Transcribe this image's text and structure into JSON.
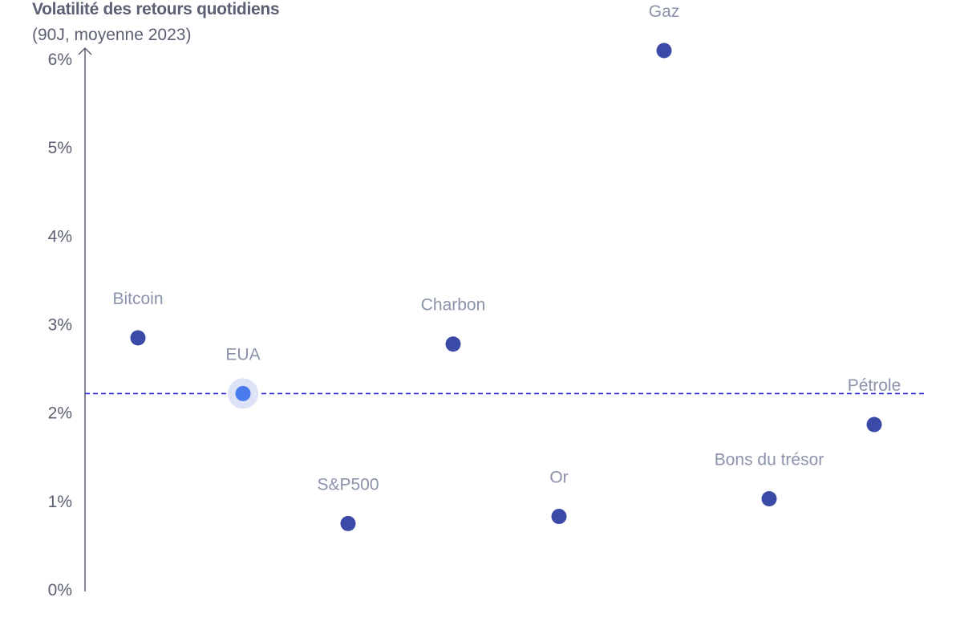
{
  "chart_data": {
    "type": "scatter",
    "title": "Volatilité des retours quotidiens",
    "subtitle": "(90J, moyenne 2023)",
    "ylim": [
      0,
      6
    ],
    "yticks": [
      0,
      1,
      2,
      3,
      4,
      5,
      6
    ],
    "ytick_labels": [
      "0%",
      "1%",
      "2%",
      "3%",
      "4%",
      "5%",
      "6%"
    ],
    "grid": false,
    "reference_line": {
      "value": 2.22,
      "color": "#2f2fe0",
      "style": "dashed"
    },
    "colors": {
      "point": "#3b4aa6",
      "highlight": "#4a7cf0",
      "highlight_halo": "#dde2f6"
    },
    "points": [
      {
        "label": "Bitcoin",
        "y": 2.85,
        "highlight": false
      },
      {
        "label": "EUA",
        "y": 2.22,
        "highlight": true
      },
      {
        "label": "S&P500",
        "y": 0.75,
        "highlight": false
      },
      {
        "label": "Charbon",
        "y": 2.78,
        "highlight": false
      },
      {
        "label": "Or",
        "y": 0.83,
        "highlight": false
      },
      {
        "label": "Gaz",
        "y": 6.1,
        "highlight": false
      },
      {
        "label": "Bons du trésor",
        "y": 1.03,
        "highlight": false
      },
      {
        "label": "Pétrole",
        "y": 1.87,
        "highlight": false
      }
    ]
  }
}
